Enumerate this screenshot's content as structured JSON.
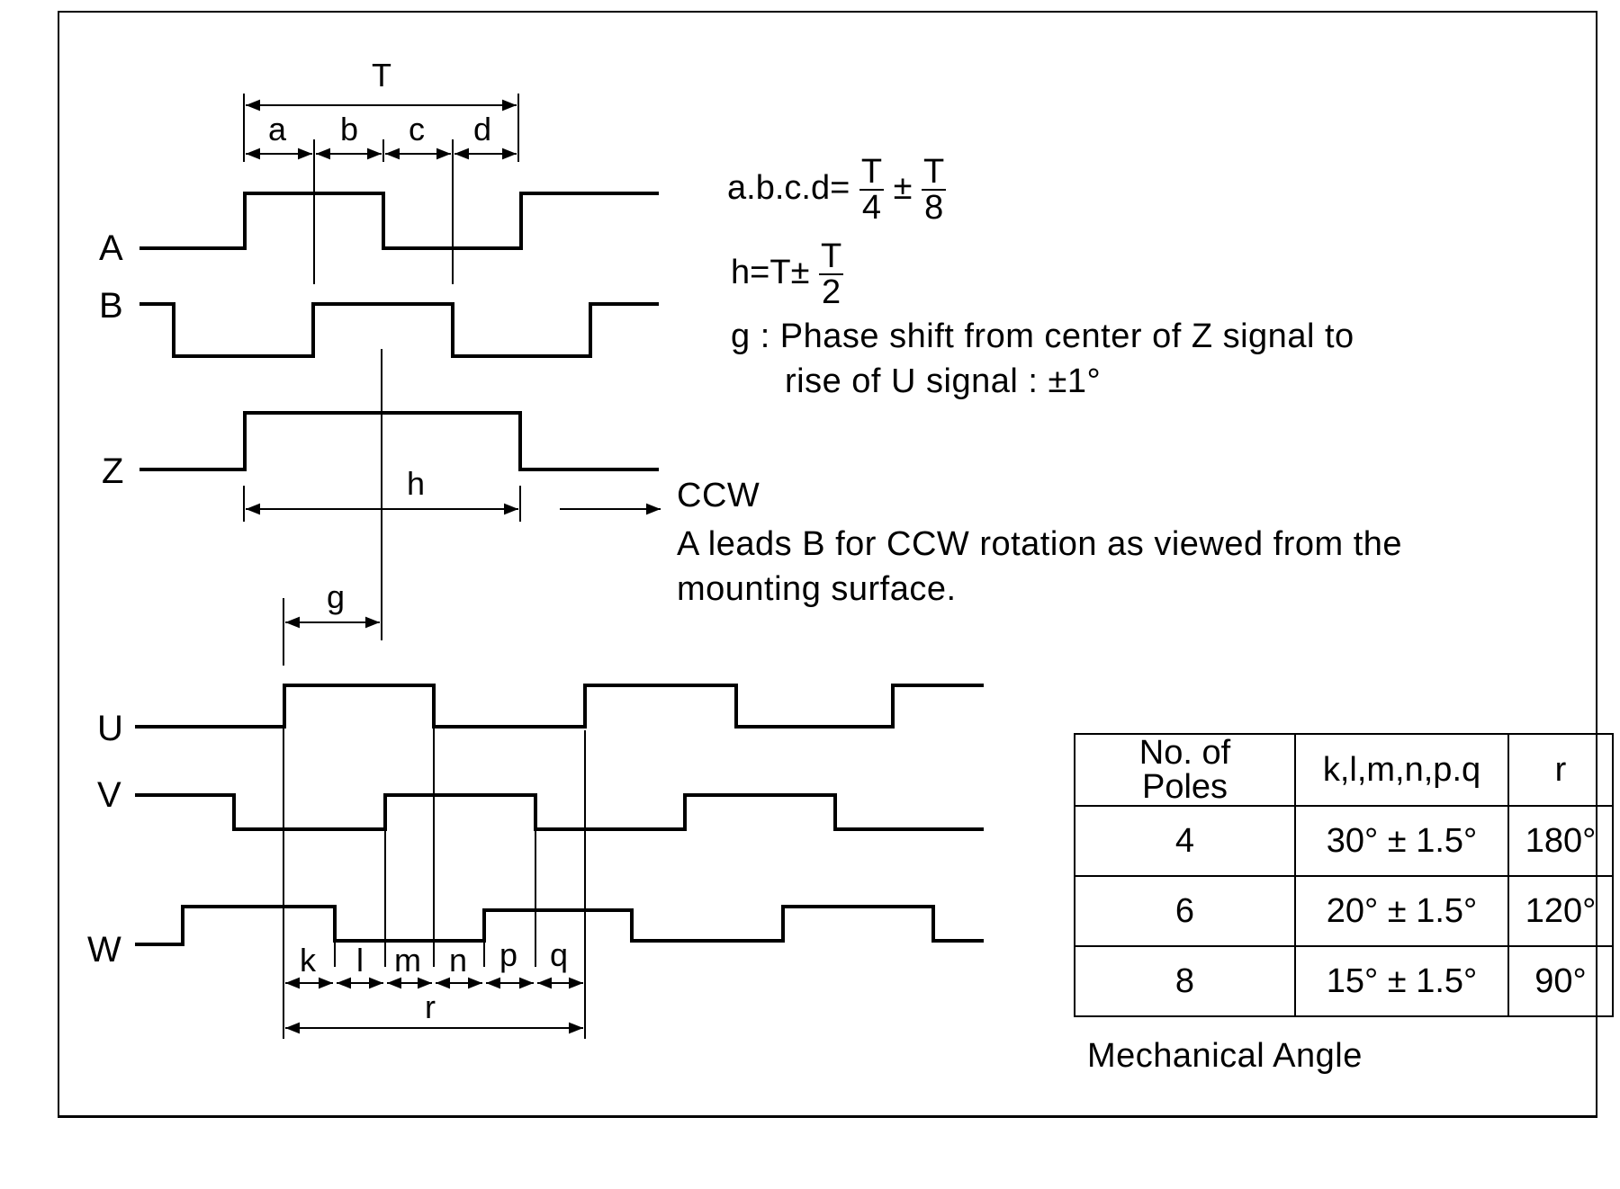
{
  "signals": {
    "encoder": [
      "A",
      "B",
      "Z"
    ],
    "commutation": [
      "U",
      "V",
      "W"
    ]
  },
  "dimensions": {
    "period": "T",
    "quarters": [
      "a",
      "b",
      "c",
      "d"
    ],
    "z_width": "h",
    "phase_shift": "g",
    "segments": [
      "k",
      "l",
      "m",
      "n",
      "p",
      "q"
    ],
    "span": "r"
  },
  "formulas": {
    "abcd": {
      "lhs": "a.b.c.d",
      "eq": "=",
      "n1": "T",
      "d1": "4",
      "pm": "±",
      "n2": "T",
      "d2": "8"
    },
    "h": {
      "lhs": "h",
      "eq": "=",
      "term": "T",
      "pm": "±",
      "n1": "T",
      "d1": "2"
    },
    "g_line1": "g : Phase shift from center of Z signal to",
    "g_line2": "rise of U signal : ±1°"
  },
  "rotation": {
    "direction": "CCW",
    "note_line1": "A leads B for CCW rotation as viewed from the",
    "note_line2": "mounting surface."
  },
  "table": {
    "headers": [
      "No. of Poles",
      "k,l,m,n,p.q",
      "r"
    ],
    "rows": [
      [
        "4",
        "30° ± 1.5°",
        "180°"
      ],
      [
        "6",
        "20° ± 1.5°",
        "120°"
      ],
      [
        "8",
        "15° ± 1.5°",
        "90°"
      ]
    ],
    "caption": "Mechanical Angle"
  }
}
